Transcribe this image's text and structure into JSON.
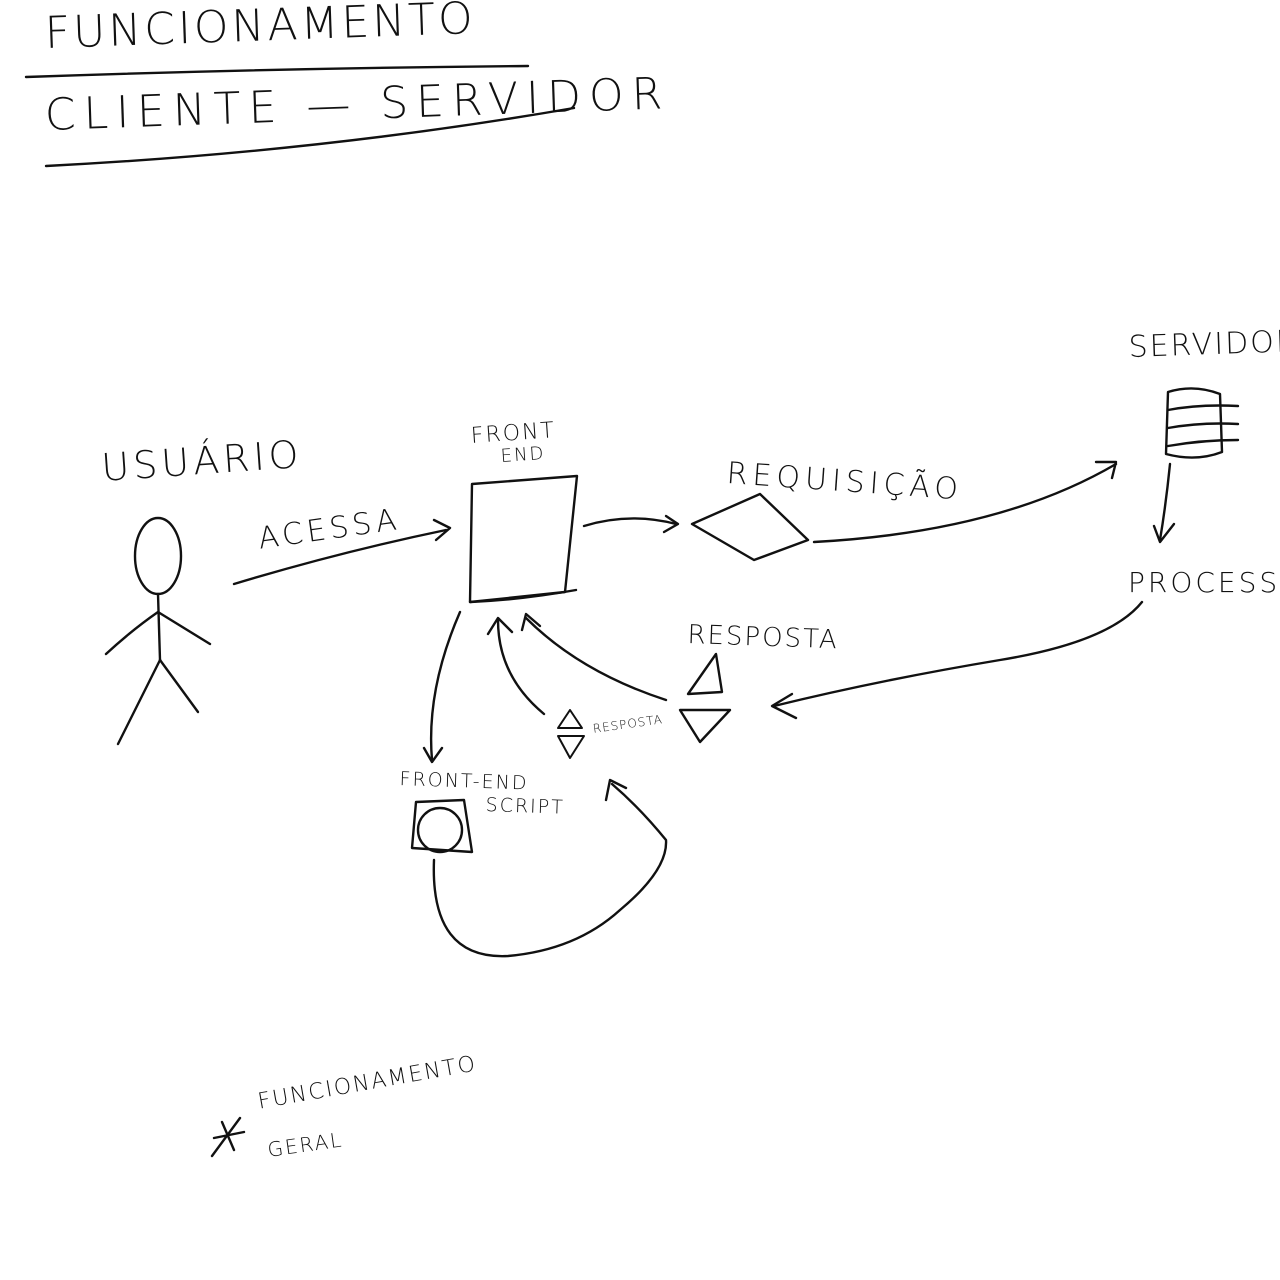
{
  "title": {
    "line1": "FUNCIONAMENTO",
    "line2": "CLIENTE — SERVIDOR"
  },
  "diagram": {
    "user": {
      "label": "USUÁRIO",
      "icon": "stick-figure-icon"
    },
    "access": {
      "label": "ACESSA"
    },
    "frontend": {
      "line1": "FRONT",
      "line2": "END",
      "icon": "page-box-icon"
    },
    "request": {
      "label": "REQUISIÇÃO",
      "icon": "diamond-icon"
    },
    "server": {
      "label": "SERVIDOR",
      "icon": "database-icon"
    },
    "process": {
      "label": "PROCESSO"
    },
    "response_main": {
      "label": "RESPOSTA",
      "icon": "triangle-pair-icon"
    },
    "response_small": {
      "label": "RESPOSTA",
      "icon": "triangle-pair-icon"
    },
    "frontend_script": {
      "line1": "FRONT-END",
      "line2": "SCRIPT",
      "icon": "script-box-icon"
    }
  },
  "note": {
    "symbol": "asterisk-icon",
    "line1": "FUNCIONAMENTO",
    "line2": "GERAL"
  }
}
